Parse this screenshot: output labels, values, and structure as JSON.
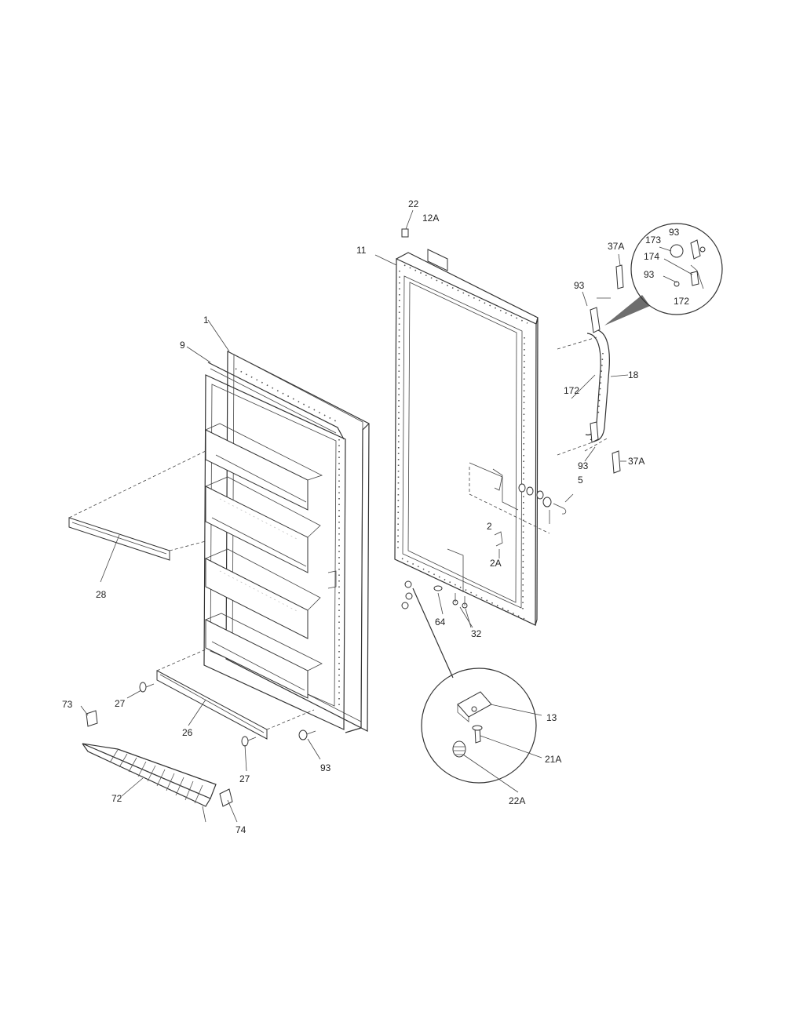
{
  "labels": {
    "l1": "1",
    "l9": "9",
    "l28": "28",
    "l27a": "27",
    "l26": "26",
    "l27b": "27",
    "l73": "73",
    "l72": "72",
    "l74": "74",
    "l93a": "93",
    "l22": "22",
    "l12a": "12A",
    "l11": "11",
    "l2": "2",
    "l2a": "2A",
    "l64": "64",
    "l32": "32",
    "l13": "13",
    "l21a": "21A",
    "l22a": "22A",
    "l37a_top": "37A",
    "l93b": "93",
    "l173": "173",
    "l93c": "93",
    "l174": "174",
    "l93d": "93",
    "l172_detail": "172",
    "l18": "18",
    "l172": "172",
    "l93e": "93",
    "l37a_bottom": "37A",
    "l5": "5"
  }
}
